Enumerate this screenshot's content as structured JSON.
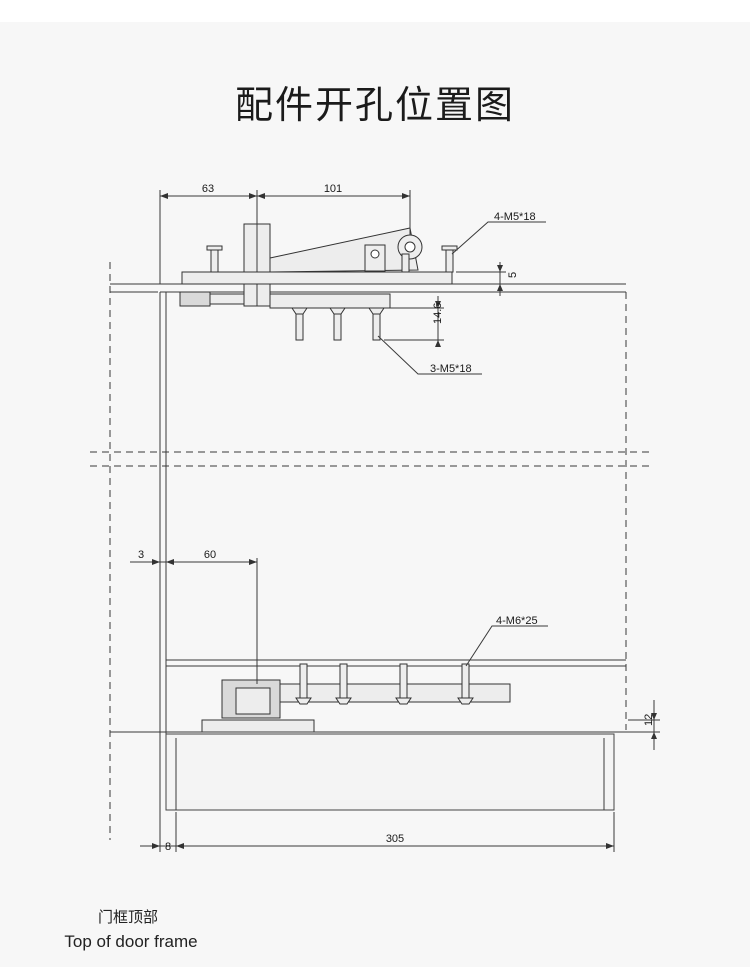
{
  "title": "配件开孔位置图",
  "caption": {
    "chinese": "门框顶部",
    "english": "Top of door frame"
  },
  "dimensions": {
    "top_left_width": "63",
    "top_right_width": "101",
    "top_height": "5",
    "screw_depth": "14.6",
    "left_gap": "3",
    "pivot_offset": "60",
    "bottom_height": "12",
    "bottom_gap": "8",
    "bottom_width": "305"
  },
  "callouts": {
    "top_screws": "4-M5*18",
    "middle_screws": "3-M5*18",
    "bottom_screws": "4-M6*25"
  },
  "colors": {
    "line": "#3a3a3a",
    "background": "#ffffff"
  }
}
